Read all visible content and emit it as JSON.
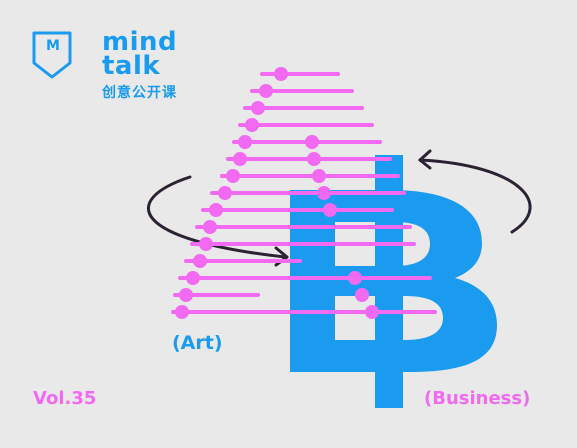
{
  "logo": {
    "badge_letter": "M",
    "name_line1": "mind",
    "name_line2": "talk",
    "subtitle": "创意公开课"
  },
  "labels": {
    "art": "(Art)",
    "volume": "Vol.35",
    "business": "(Business)"
  },
  "colors": {
    "background": "#e9e9e9",
    "blue": "#1a9bf0",
    "magenta": "#f36af2",
    "dark": "#2b2233"
  },
  "icons": [
    "shield-badge-icon",
    "rotation-arrow-icon"
  ]
}
